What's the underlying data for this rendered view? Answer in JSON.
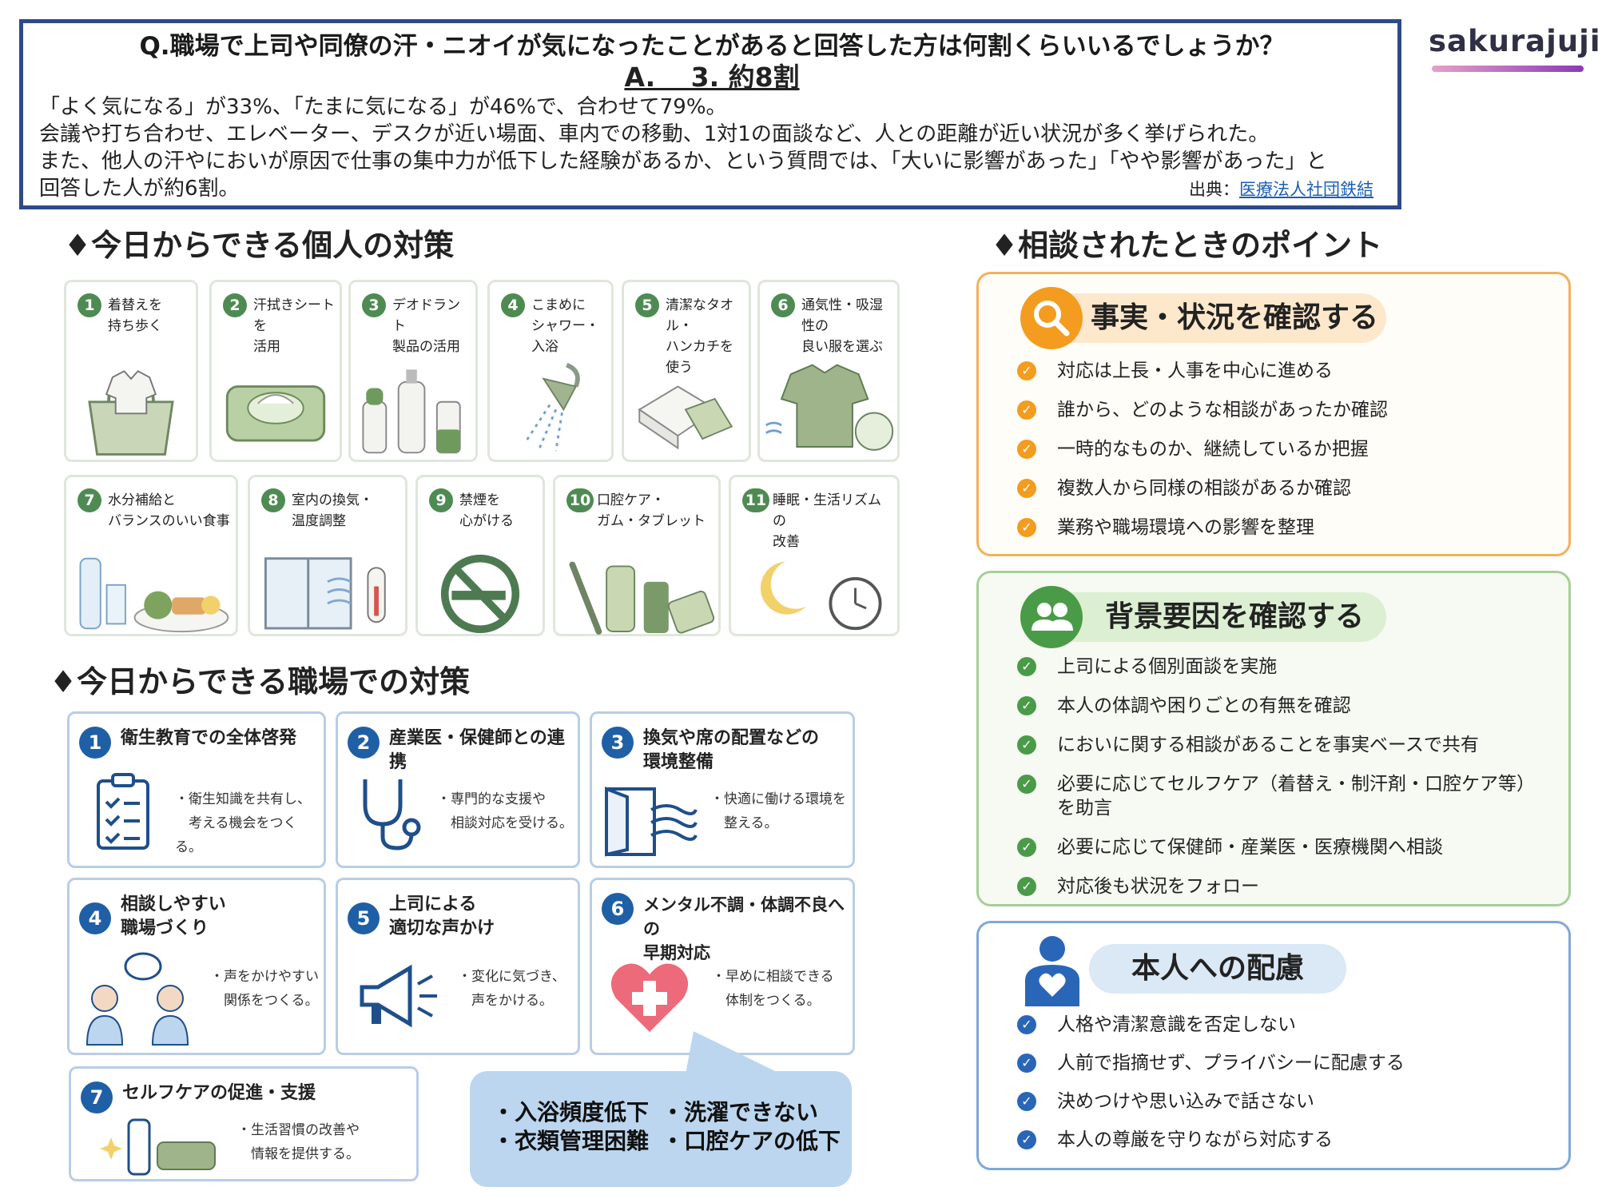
{
  "question": {
    "title": "Q.職場で上司や同僚の汗・ニオイが気になったことがあると回答した方は何割くらいいるでしょうか？",
    "answer": "A.　 3. 約8割",
    "lines": [
      "「よく気になる」が33%、「たまに気になる」が46%で、合わせて79%。",
      "会議や打ち合わせ、エレベーター、デスクが近い場面、車内での移動、1対1の面談など、人との距離が近い状況が多く挙げられた。",
      "また、他人の汗やにおいが原因で仕事の集中力が低下した経験があるか、という質問では、「大いに影響があった」「やや影響があった」と",
      "回答した人が約6割。"
    ],
    "source_label": "出典：",
    "source_link": "医療法人社団鉄結"
  },
  "logo": {
    "text": "sakurajuji"
  },
  "personal": {
    "heading": "♦今日からできる個人の対策",
    "items": [
      {
        "num": "1",
        "label": "着替えを\n持ち歩く",
        "icon": "shirt-bag-icon"
      },
      {
        "num": "2",
        "label": "汗拭きシートを\n活用",
        "icon": "wet-wipes-icon"
      },
      {
        "num": "3",
        "label": "デオドラント\n製品の活用",
        "icon": "deodorant-icon"
      },
      {
        "num": "4",
        "label": "こまめに\nシャワー・入浴",
        "icon": "shower-icon"
      },
      {
        "num": "5",
        "label": "清潔なタオル・\nハンカチを使う",
        "icon": "towel-icon"
      },
      {
        "num": "6",
        "label": "通気性・吸湿性の\n良い服を選ぶ",
        "icon": "polo-shirt-icon"
      },
      {
        "num": "7",
        "label": "水分補給と\nバランスのいい食事",
        "icon": "water-meal-icon"
      },
      {
        "num": "8",
        "label": "室内の換気・\n温度調整",
        "icon": "window-thermometer-icon"
      },
      {
        "num": "9",
        "label": "禁煙を\n心がける",
        "icon": "no-smoking-icon"
      },
      {
        "num": "10",
        "label": "口腔ケア・\nガム・タブレット",
        "icon": "oral-care-icon"
      },
      {
        "num": "11",
        "label": "睡眠・生活リズムの\n改善",
        "icon": "moon-clock-icon"
      }
    ]
  },
  "workplace": {
    "heading": "♦今日からできる職場での対策",
    "items": [
      {
        "num": "1",
        "title": "衛生教育での全体啓発",
        "desc": "・衛生知識を共有し、\n　考える機会をつくる。",
        "icon": "checklist-icon"
      },
      {
        "num": "2",
        "title": "産業医・保健師との連携",
        "desc": "・専門的な支援や\n　相談対応を受ける。",
        "icon": "stethoscope-icon"
      },
      {
        "num": "3",
        "title": "換気や席の配置などの\n環境整備",
        "desc": "・快適に働ける環境を\n　整える。",
        "icon": "window-wind-icon"
      },
      {
        "num": "4",
        "title": "相談しやすい\n職場づくり",
        "desc": "・声をかけやすい\n　関係をつくる。",
        "icon": "conversation-icon"
      },
      {
        "num": "5",
        "title": "上司による\n適切な声かけ",
        "desc": "・変化に気づき、\n　声をかける。",
        "icon": "megaphone-icon"
      },
      {
        "num": "6",
        "title": "メンタル不調・体調不良への\n早期対応",
        "desc": "・早めに相談できる\n　体制をつくる。",
        "icon": "heart-cross-icon"
      },
      {
        "num": "7",
        "title": "セルフケアの促進・支援",
        "desc": "・生活習慣の改善や\n　情報を提供する。",
        "icon": "bottle-towel-icon"
      }
    ],
    "bubble": [
      "・入浴頻度低下",
      "・洗濯できない",
      "・衣類管理困難",
      "・口腔ケアの低下"
    ]
  },
  "consult": {
    "heading": "♦相談されたときのポイント",
    "panels": [
      {
        "title": "事実・状況を確認する",
        "icon": "search-icon",
        "color": "#f39c1f",
        "items": [
          "対応は上長・人事を中心に進める",
          "誰から、どのような相談があったか確認",
          "一時的なものか、継続しているか把握",
          "複数人から同様の相談があるか確認",
          "業務や職場環境への影響を整理"
        ]
      },
      {
        "title": "背景要因を確認する",
        "icon": "people-icon",
        "color": "#4a9b48",
        "items": [
          "上司による個別面談を実施",
          "本人の体調や困りごとの有無を確認",
          "においに関する相談があることを事実ベースで共有",
          "必要に応じてセルフケア（着替え・制汗剤・口腔ケア等）\nを助言",
          "必要に応じて保健師・産業医・医療機関へ相談",
          "対応後も状況をフォロー"
        ]
      },
      {
        "title": "本人への配慮",
        "icon": "person-heart-icon",
        "color": "#2a66b8",
        "items": [
          "人格や清潔意識を否定しない",
          "人前で指摘せず、プライバシーに配慮する",
          "決めつけや思い込みで話さない",
          "本人の尊厳を守りながら対応する"
        ]
      }
    ]
  }
}
